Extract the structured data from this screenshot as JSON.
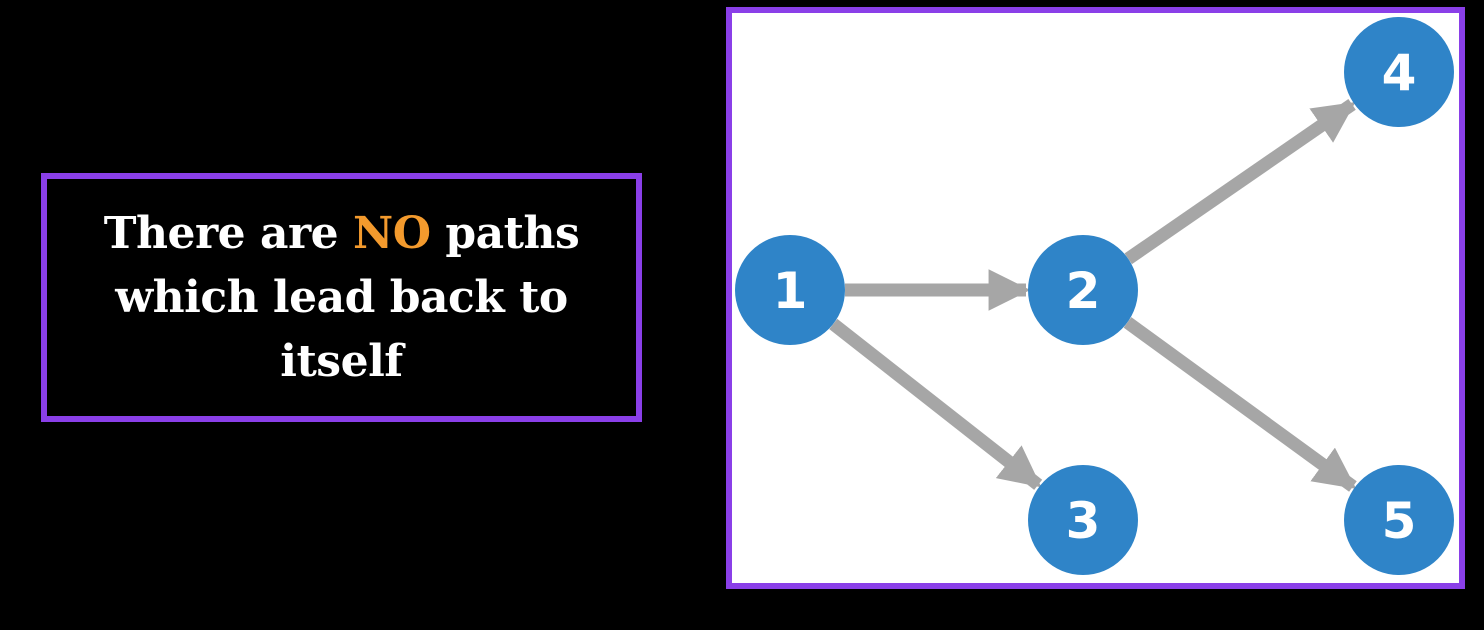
{
  "statement": {
    "before": "There are ",
    "highlight": "NO",
    "after": " paths which lead back to itself"
  },
  "diagram": {
    "nodes": [
      {
        "id": "1",
        "label": "1"
      },
      {
        "id": "2",
        "label": "2"
      },
      {
        "id": "3",
        "label": "3"
      },
      {
        "id": "4",
        "label": "4"
      },
      {
        "id": "5",
        "label": "5"
      }
    ],
    "edges": [
      {
        "from": "1",
        "to": "2"
      },
      {
        "from": "1",
        "to": "3"
      },
      {
        "from": "2",
        "to": "4"
      },
      {
        "from": "2",
        "to": "5"
      }
    ]
  },
  "colors": {
    "frame": "#8a3fe8",
    "highlight": "#f39a2d",
    "node": "#2f84c8",
    "edge": "#a6a6a6"
  }
}
